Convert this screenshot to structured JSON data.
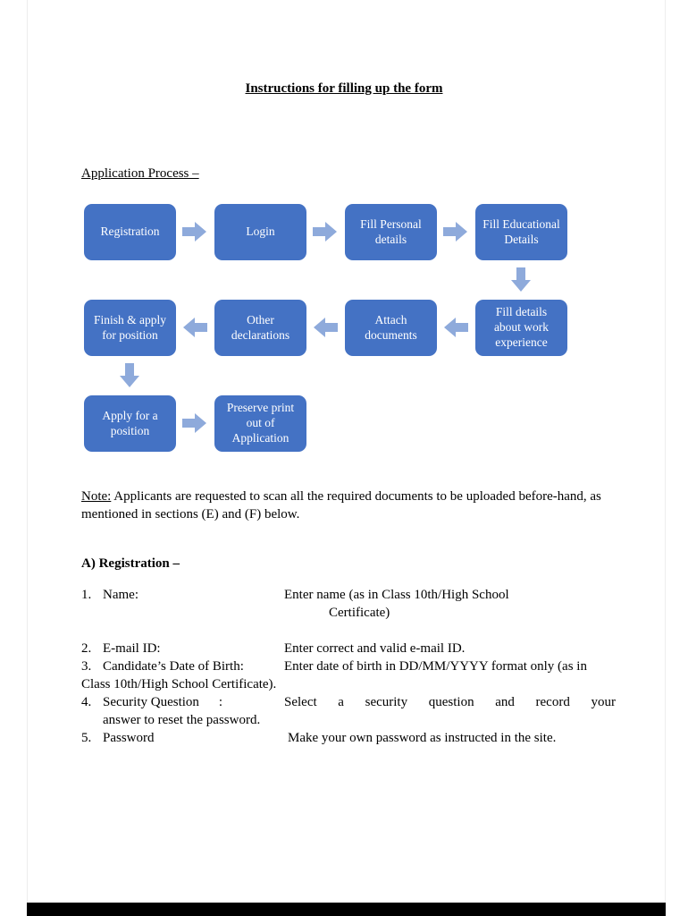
{
  "document": {
    "title": "Instructions for filling up the form",
    "process_heading": "Application Process –",
    "note": {
      "label": "Note:",
      "text": "Applicants are requested to scan all the required documents to be uploaded before-hand, as mentioned in sections (E) and (F) below."
    }
  },
  "colors": {
    "box-fill": "#4472C4",
    "box-text": "#FFFFFF",
    "arrow-fill": "#8EAADB"
  },
  "flowchart": {
    "rows": [
      {
        "direction": "right",
        "boxes": [
          "Registration",
          "Login",
          "Fill Personal details",
          "Fill Educational Details"
        ]
      },
      {
        "direction": "left",
        "boxes": [
          "Finish & apply for position",
          "Other declarations",
          "Attach documents",
          "Fill details about work experience"
        ]
      },
      {
        "direction": "right",
        "boxes": [
          "Apply for a position",
          "Preserve print out of Application"
        ]
      }
    ]
  },
  "registration": {
    "heading": "A) Registration –",
    "items": [
      {
        "num": "1.",
        "label": "Name:",
        "desc": "Enter name (as in Class 10th/High School",
        "desc2": "Certificate)"
      },
      {
        "num": "2.",
        "label": "E-mail ID:",
        "desc": "Enter correct and valid e-mail ID."
      },
      {
        "num": "3.",
        "label": "Candidate’s Date of Birth:",
        "desc": "Enter date of birth in DD/MM/YYYY format only (as in",
        "cont": "Class 10th/High School Certificate)."
      },
      {
        "num": "4.",
        "label": "Security Question",
        "colon": ":",
        "desc": "Select a security question and record your",
        "cont": "answer to reset the password."
      },
      {
        "num": "5.",
        "label": "Password",
        "desc": "Make your own password as instructed in the site."
      }
    ]
  }
}
